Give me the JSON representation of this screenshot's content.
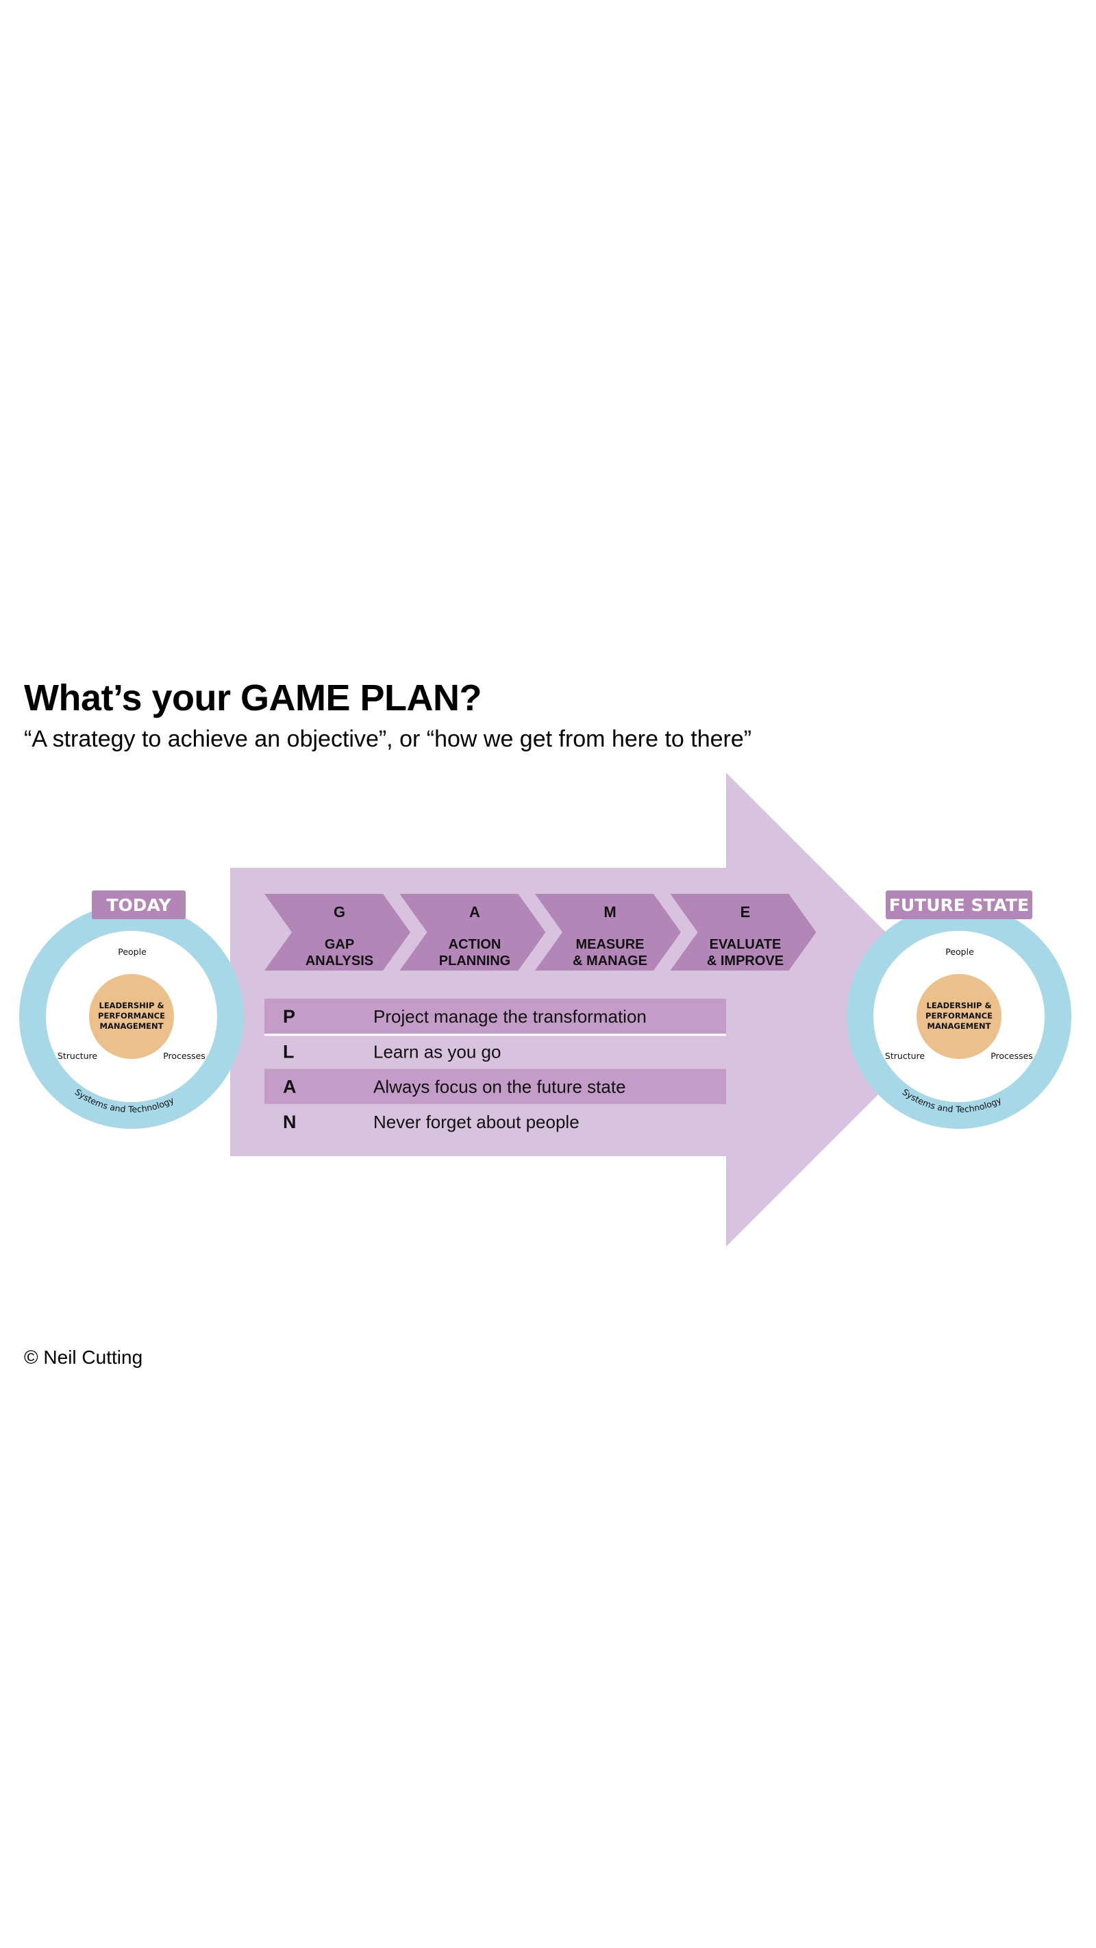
{
  "header": {
    "title": "What’s your GAME PLAN?",
    "subtitle": "“A strategy to achieve an objective”, or “how we get from here to there”"
  },
  "colors": {
    "arrow": "#d8c3de",
    "chevron": "#b287b8",
    "plan_row_shaded": "#c39dc8",
    "badge": "#b287b8",
    "ring": "#a6d8e7",
    "core": "#ecc08b"
  },
  "today": {
    "badge": "TODAY",
    "top_label": "People",
    "left_label": "Structure",
    "right_label": "Processes",
    "ring_label": "Systems and Technology",
    "core_lines": [
      "LEADERSHIP &",
      "PERFORMANCE",
      "MANAGEMENT"
    ]
  },
  "future": {
    "badge": "FUTURE STATE",
    "top_label": "People",
    "left_label": "Structure",
    "right_label": "Processes",
    "ring_label": "Systems and Technology",
    "core_lines": [
      "LEADERSHIP &",
      "PERFORMANCE",
      "MANAGEMENT"
    ]
  },
  "game": [
    {
      "letter": "G",
      "lines": [
        "GAP",
        "ANALYSIS"
      ]
    },
    {
      "letter": "A",
      "lines": [
        "ACTION",
        "PLANNING"
      ]
    },
    {
      "letter": "M",
      "lines": [
        "MEASURE",
        "& MANAGE"
      ]
    },
    {
      "letter": "E",
      "lines": [
        "EVALUATE",
        "& IMPROVE"
      ]
    }
  ],
  "plan": [
    {
      "letter": "P",
      "text": "Project manage the transformation",
      "shaded": true
    },
    {
      "letter": "L",
      "text": "Learn as you go",
      "shaded": false
    },
    {
      "letter": "A",
      "text": "Always focus on the future state",
      "shaded": true
    },
    {
      "letter": "N",
      "text": "Never forget about people",
      "shaded": false
    }
  ],
  "footer": {
    "copyright": "© Neil Cutting"
  }
}
